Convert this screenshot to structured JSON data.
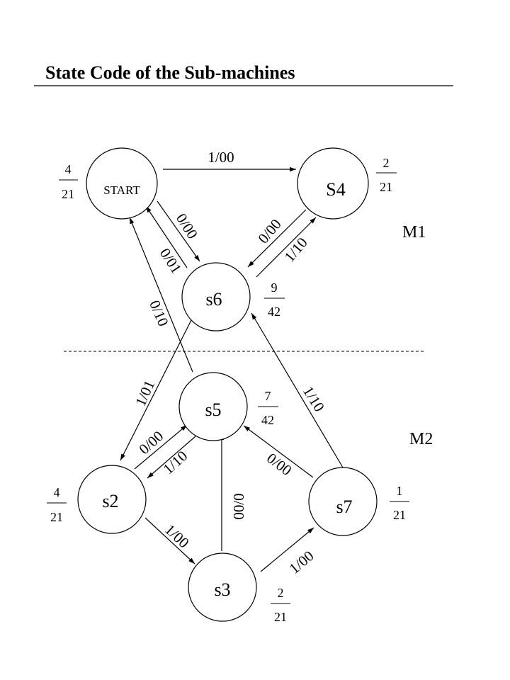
{
  "title": "State Code of the Sub-machines",
  "machines": {
    "m1": "M1",
    "m2": "M2"
  },
  "states": {
    "start": {
      "label": "START",
      "num": "4",
      "den": "21"
    },
    "s4": {
      "label": "S4",
      "num": "2",
      "den": "21"
    },
    "s6": {
      "label": "s6",
      "num": "9",
      "den": "42"
    },
    "s5": {
      "label": "s5",
      "num": "7",
      "den": "42"
    },
    "s2": {
      "label": "s2",
      "num": "4",
      "den": "21"
    },
    "s7": {
      "label": "s7",
      "num": "1",
      "den": "21"
    },
    "s3": {
      "label": "s3",
      "num": "2",
      "den": "21"
    }
  },
  "transitions": {
    "start_s4": "1/00",
    "start_s6": "0/00",
    "s6_start": "0/01",
    "s4_s6": "0/00",
    "s6_s4": "1/10",
    "s5_start": "0/10",
    "s6_s2": "1/01",
    "s7_s6": "1/10",
    "s2_s5": "0/00",
    "s5_s2": "1/10",
    "s7_s5": "0/00",
    "s3_s5": "0/00",
    "s2_s3": "1/00",
    "s3_s7": "1/00"
  }
}
